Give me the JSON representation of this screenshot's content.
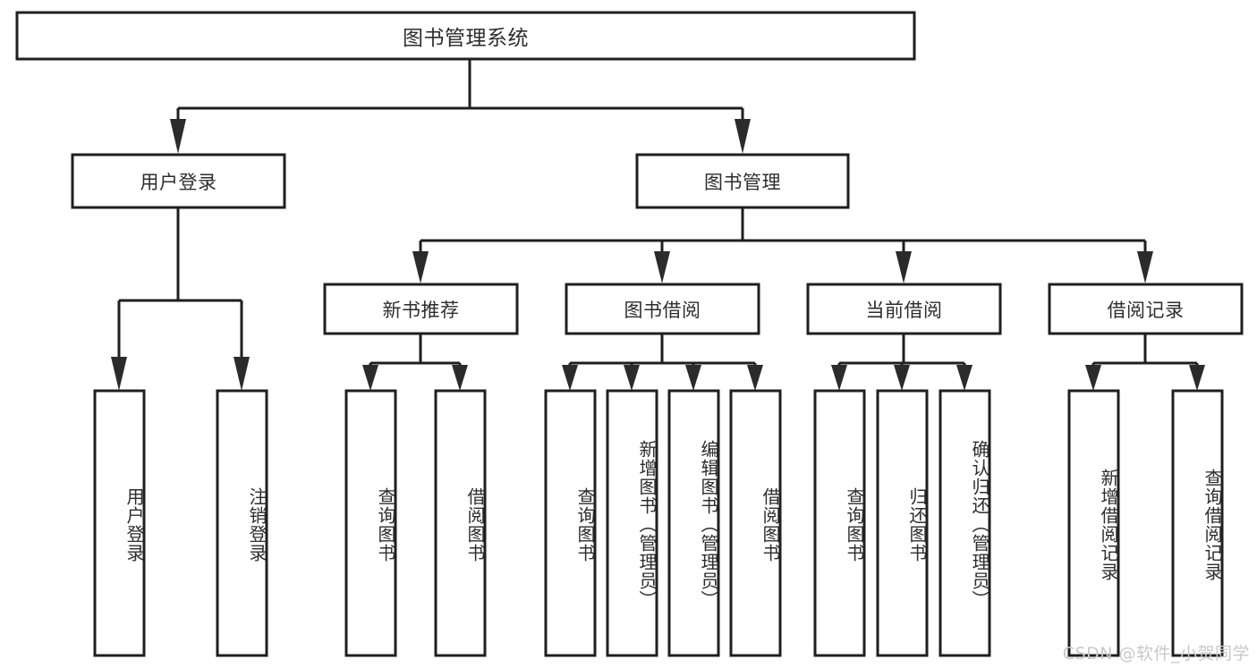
{
  "diagram": {
    "type": "tree",
    "title": "图书管理系统",
    "watermark": "CSDN @软件_小贺同学",
    "colors": {
      "background": "#ffffff",
      "box_fill": "#ffffff",
      "box_stroke": "#1f1f1f",
      "text": "#2d2d2d",
      "connector": "#1f1f1f",
      "watermark": "#c9c9c9"
    },
    "root": {
      "label": "图书管理系统",
      "level": 0
    },
    "level1": [
      {
        "label": "用户登录"
      },
      {
        "label": "图书管理"
      }
    ],
    "level2": [
      {
        "label": "新书推荐",
        "parent": "图书管理"
      },
      {
        "label": "图书借阅",
        "parent": "图书管理"
      },
      {
        "label": "当前借阅",
        "parent": "图书管理"
      },
      {
        "label": "借阅记录",
        "parent": "图书管理"
      }
    ],
    "leaves": {
      "user_login": [
        {
          "label": "用户登录"
        },
        {
          "label": "注销登录"
        }
      ],
      "new_book_recommend": [
        {
          "label": "查询图书"
        },
        {
          "label": "借阅图书"
        }
      ],
      "book_borrow": [
        {
          "label": "查询图书"
        },
        {
          "label": "新增图书（管理员）"
        },
        {
          "label": "编辑图书（管理员）"
        },
        {
          "label": "借阅图书"
        }
      ],
      "current_borrow": [
        {
          "label": "查询图书"
        },
        {
          "label": "归还图书"
        },
        {
          "label": "确认归还（管理员）"
        }
      ],
      "borrow_record": [
        {
          "label": "新增借阅记录"
        },
        {
          "label": "查询借阅记录"
        }
      ]
    }
  }
}
